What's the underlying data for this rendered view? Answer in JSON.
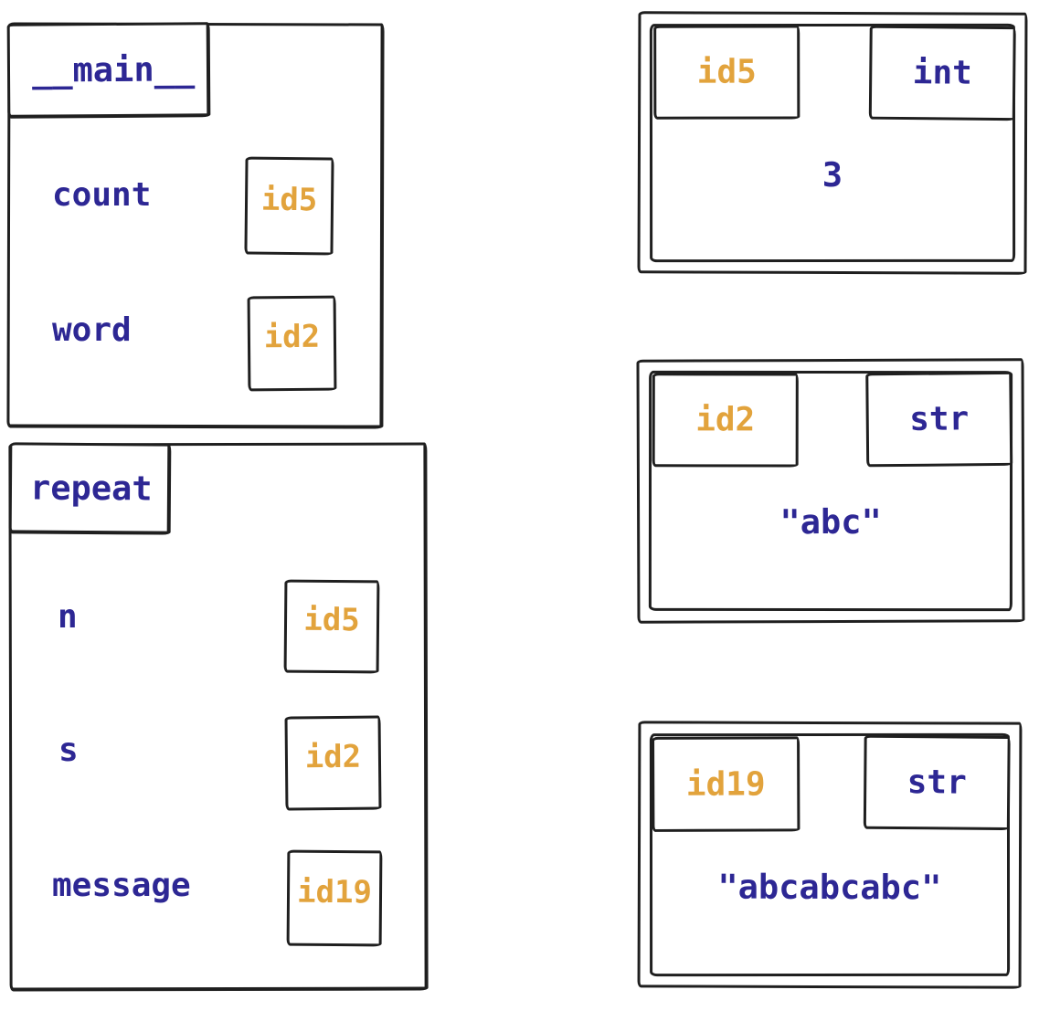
{
  "colors": {
    "identifier_text": "#2d2794",
    "object_id_text": "#e2a33c",
    "line": "#1f1f1f",
    "background": "#ffffff"
  },
  "frames": [
    {
      "title": "__main__",
      "variables": [
        {
          "name": "count",
          "ref": "id5"
        },
        {
          "name": "word",
          "ref": "id2"
        }
      ]
    },
    {
      "title": "repeat",
      "variables": [
        {
          "name": "n",
          "ref": "id5"
        },
        {
          "name": "s",
          "ref": "id2"
        },
        {
          "name": "message",
          "ref": "id19"
        }
      ]
    }
  ],
  "objects": [
    {
      "id": "id5",
      "type": "int",
      "value": "3"
    },
    {
      "id": "id2",
      "type": "str",
      "value": "\"abc\""
    },
    {
      "id": "id19",
      "type": "str",
      "value": "\"abcabcabc\""
    }
  ]
}
